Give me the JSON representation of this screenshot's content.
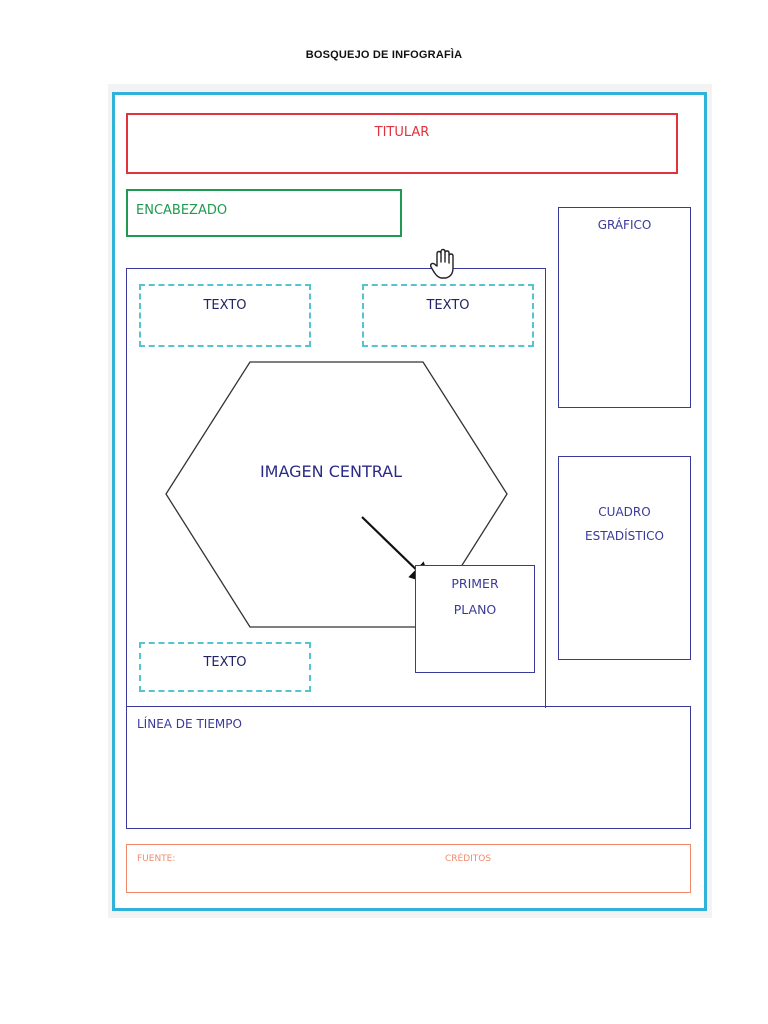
{
  "document_title": "BOSQUEJO  DE INFOGRAFÌA",
  "sections": {
    "titular": "TITULAR",
    "encabezado": "ENCABEZADO",
    "grafico": "GRÁFICO",
    "texto_1": "TEXTO",
    "texto_2": "TEXTO",
    "texto_3": "TEXTO",
    "imagen_central": "IMAGEN CENTRAL",
    "primer_plano_line1": "PRIMER",
    "primer_plano_line2": "PLANO",
    "cuadro_line1": "CUADRO",
    "cuadro_line2": "ESTADÍSTICO",
    "linea_de_tiempo": "LÍNEA DE TIEMPO",
    "fuente": "FUENTE:",
    "creditos": "CRÉDITOS"
  },
  "icons": {
    "cursor": "hand-cursor-icon"
  },
  "colors": {
    "frame": "#2fb3d8",
    "titular": "#e2323e",
    "encabezado": "#1f9a4e",
    "blue_boxes": "#3a3a9a",
    "texto_dashed": "#55c4ce",
    "footer": "#f08a6a"
  }
}
